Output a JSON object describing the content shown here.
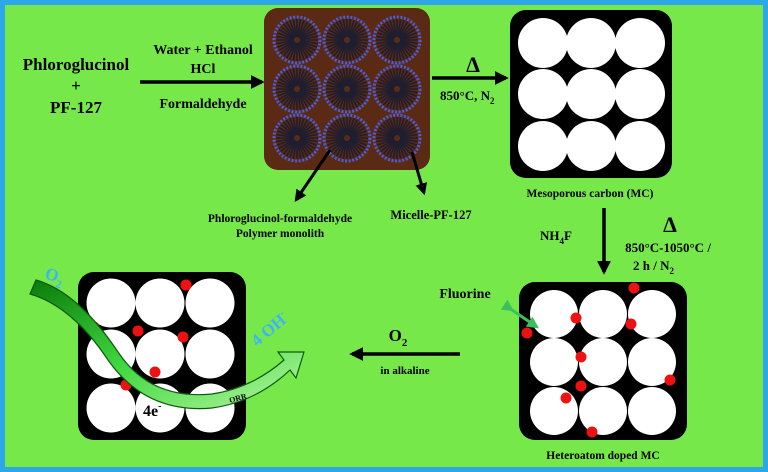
{
  "colors": {
    "background": "#77e84a",
    "border": "#2ea7e8",
    "polymer_block": "#5a2a14",
    "micelle_fiber": "#1e1e30",
    "micelle_tip": "#4a5fe0",
    "carbon_frame": "#000000",
    "pore": "#ffffff",
    "dopant": "#ee1111",
    "fluorine_arrow": "#3dbf5e",
    "curved_arrow": "#2fcc2f",
    "oxygen_label": "#3bb3ff"
  },
  "reagents": {
    "line1": "Phloroglucinol",
    "line2": "+",
    "line3": "PF-127"
  },
  "step1": {
    "line1": "Water + Ethanol",
    "line2": "HCl",
    "line3": "Formaldehyde"
  },
  "polymer": {
    "monolith_line1": "Phloroglucinol-formaldehyde",
    "monolith_line2": "Polymer monolith",
    "micelle": "Micelle-PF-127"
  },
  "step2": {
    "delta": "Δ",
    "condition": "850°C, N",
    "condition_sub": "2"
  },
  "mc": {
    "label": "Mesoporous carbon (MC)"
  },
  "step3": {
    "reagent": "NH",
    "reagent_sub": "4",
    "reagent_tail": "F",
    "delta": "Δ",
    "line1": "850°C-1050°C /",
    "line2": "2 h / N",
    "line2_sub": "2"
  },
  "doped": {
    "label": "Heteroatom doped MC",
    "fluorine": "Fluorine"
  },
  "step4": {
    "reactant": "O",
    "reactant_sub": "2",
    "condition": "in alkaline"
  },
  "orr": {
    "o2": "O",
    "o2_sub": "2",
    "product": "4 OH",
    "product_sup": "-",
    "electrons": "4e",
    "electrons_sup": "-",
    "arrow_label": "ORR"
  }
}
